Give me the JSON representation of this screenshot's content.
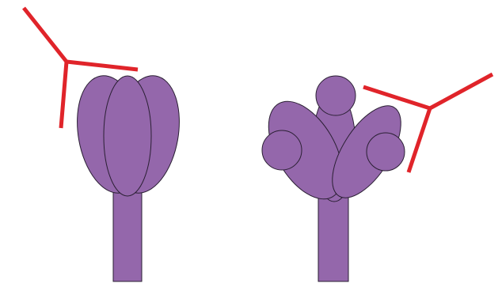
{
  "colors": {
    "background": "#ffffff",
    "receptor_fill": "#9467ab",
    "receptor_stroke": "#2a1f33",
    "antibody": "#e0242a"
  },
  "figure": {
    "panels": [
      {
        "name": "closed-receptor",
        "parts": [
          "stalk",
          "three-petal-bud",
          "y-shaped-antibody"
        ]
      },
      {
        "name": "open-receptor",
        "parts": [
          "stalk",
          "center-petal",
          "left-petal",
          "right-petal",
          "top-ball",
          "left-ball",
          "right-ball",
          "y-shaped-antibody"
        ]
      }
    ]
  }
}
